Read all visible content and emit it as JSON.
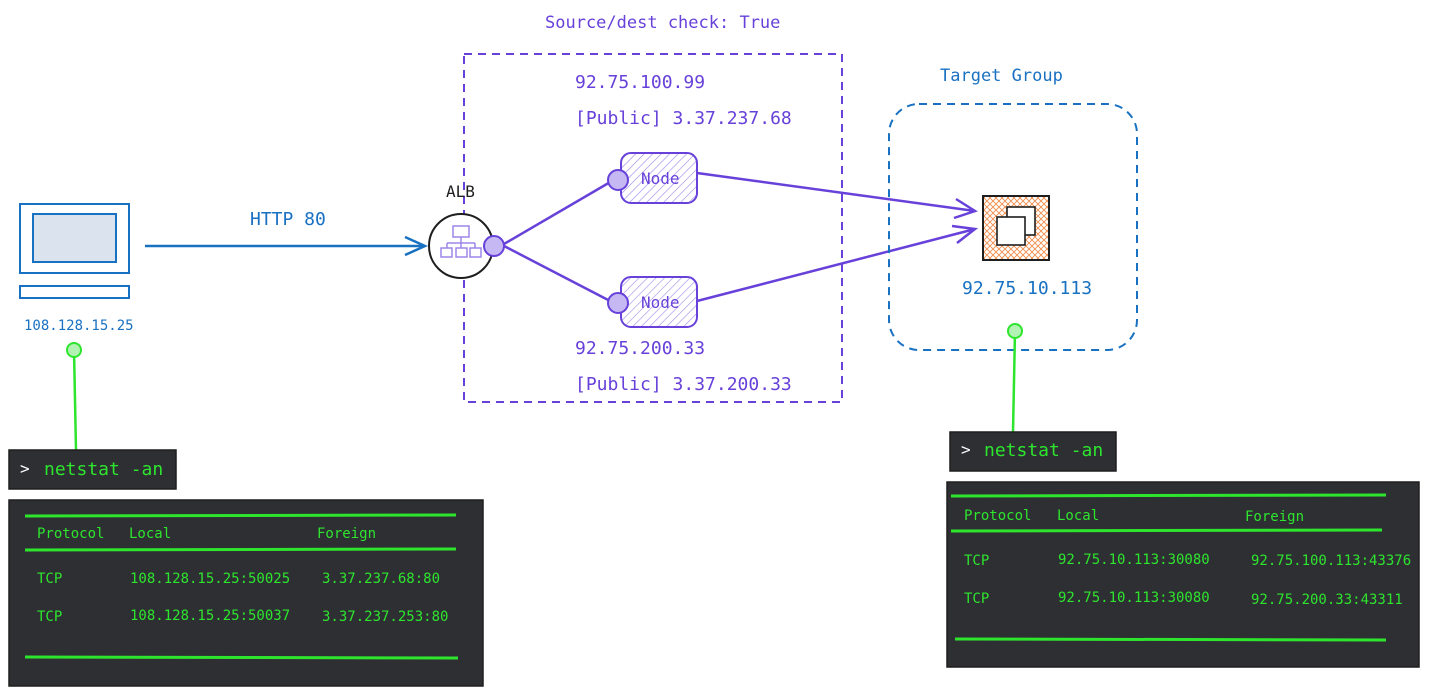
{
  "vpc": {
    "source_dest_check": "Source/dest check: True",
    "node1_private_ip": "92.75.100.99",
    "node1_public_ip": "[Public] 3.37.237.68",
    "node2_private_ip": "92.75.200.33",
    "node2_public_ip": "[Public] 3.37.200.33"
  },
  "client": {
    "ip": "108.128.15.25",
    "link_label": "HTTP 80"
  },
  "alb": {
    "label": "ALB"
  },
  "nodes": [
    {
      "label": "Node"
    },
    {
      "label": "Node"
    }
  ],
  "target_group": {
    "title": "Target Group",
    "ip": "92.75.10.113"
  },
  "terminal_left": {
    "prompt": ">",
    "command": "netstat -an",
    "headers": [
      "Protocol",
      "Local",
      "Foreign"
    ],
    "rows": [
      [
        "TCP",
        "108.128.15.25:50025",
        "3.37.237.68:80"
      ],
      [
        "TCP",
        "108.128.15.25:50037",
        "3.37.237.253:80"
      ]
    ]
  },
  "terminal_right": {
    "prompt": ">",
    "command": "netstat -an",
    "headers": [
      "Protocol",
      "Local",
      "Foreign"
    ],
    "rows": [
      [
        "TCP",
        "92.75.10.113:30080",
        "92.75.100.113:43376"
      ],
      [
        "TCP",
        "92.75.10.113:30080",
        "92.75.200.33:43311"
      ]
    ]
  },
  "colors": {
    "blue": "#1971c2",
    "purple": "#6741d9",
    "green": "#2ee52e",
    "orange": "#e8590c",
    "terminal_bg": "#2d2f33"
  }
}
